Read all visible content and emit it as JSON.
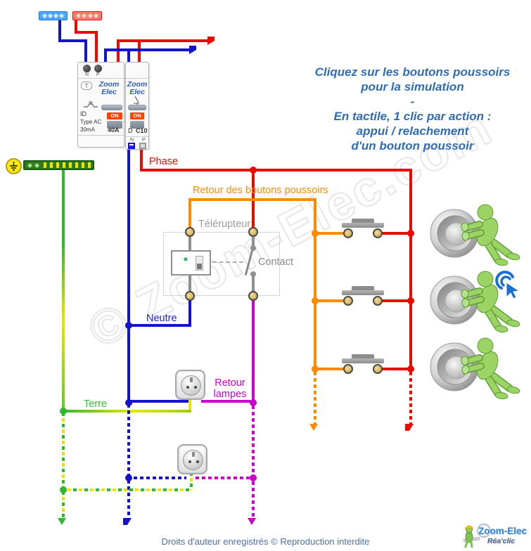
{
  "colors": {
    "phase_red": "#e80c00",
    "neutral_blue": "#1212cf",
    "retour_bp_orange": "#ff8a00",
    "retour_lampes_magenta": "#cc00cc",
    "terre_green": "#2eb82e",
    "terre_yellow": "#e6e600",
    "instruction_blue": "#2e6cb7"
  },
  "instructions": {
    "lines": [
      "Cliquez sur les boutons poussoirs",
      "pour la simulation",
      "-",
      "En tactile, 1 clic par action :",
      "appui / relachement",
      "d'un bouton poussoir"
    ]
  },
  "breakers": {
    "differential": {
      "test": "T",
      "brand1": "Zoom",
      "brand2": "Elec",
      "model": "ID",
      "type": "Type AC",
      "sensitivity": "30mA",
      "rating": "40A",
      "switch_label": "ON",
      "term_n": "N",
      "term_p": "P"
    },
    "divisionnaire": {
      "brand1": "Zoom",
      "brand2": "Elec",
      "switch_label": "ON",
      "curve": "D",
      "rating": "C10",
      "term_n": "N",
      "term_p": "P"
    }
  },
  "wire_labels": {
    "phase": "Phase",
    "neutre": "Neutre",
    "terre": "Terre",
    "retour_bp": "Retour des boutons poussoirs",
    "retour_lampes_1": "Retour",
    "retour_lampes_2": "lampes"
  },
  "telerupteur": {
    "title": "Télérupteur",
    "contact": "Contact",
    "coil_mark": "*"
  },
  "watermark": {
    "text": "© Zoom-Elec.com"
  },
  "footer": {
    "copyright": "Droits d'auteur enregistrés © Reproduction interdite"
  },
  "logo": {
    "brand": "Zoom-Elec",
    "tagline": "Réa'clic"
  }
}
